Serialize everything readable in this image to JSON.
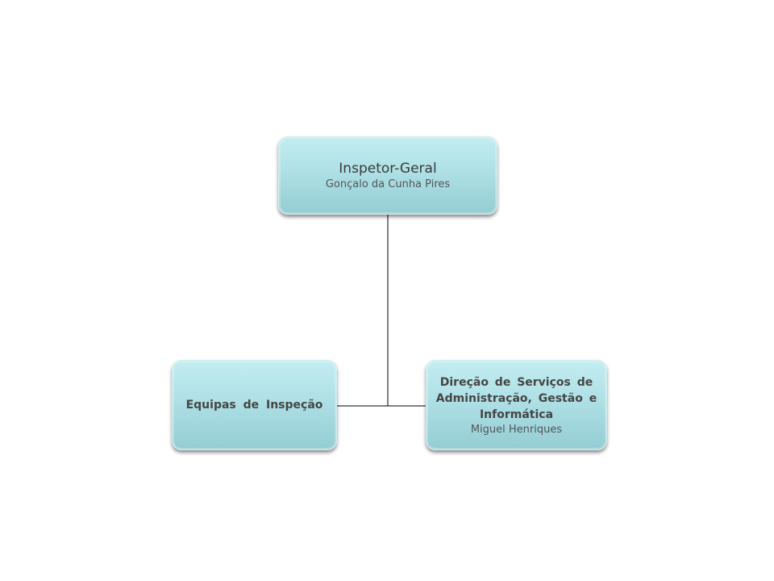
{
  "org_chart": {
    "top": {
      "title": "Inspetor-Geral",
      "person": "Gonçalo da Cunha Pires"
    },
    "left": {
      "title": "Equipas de Inspeção"
    },
    "right": {
      "title": "Direção de Serviços de Administração, Gestão e Informática",
      "person": "Miguel Henriques"
    }
  },
  "colors": {
    "box_fill": "#aee0e5",
    "connector": "#000000",
    "text": "#3d3d3d"
  }
}
